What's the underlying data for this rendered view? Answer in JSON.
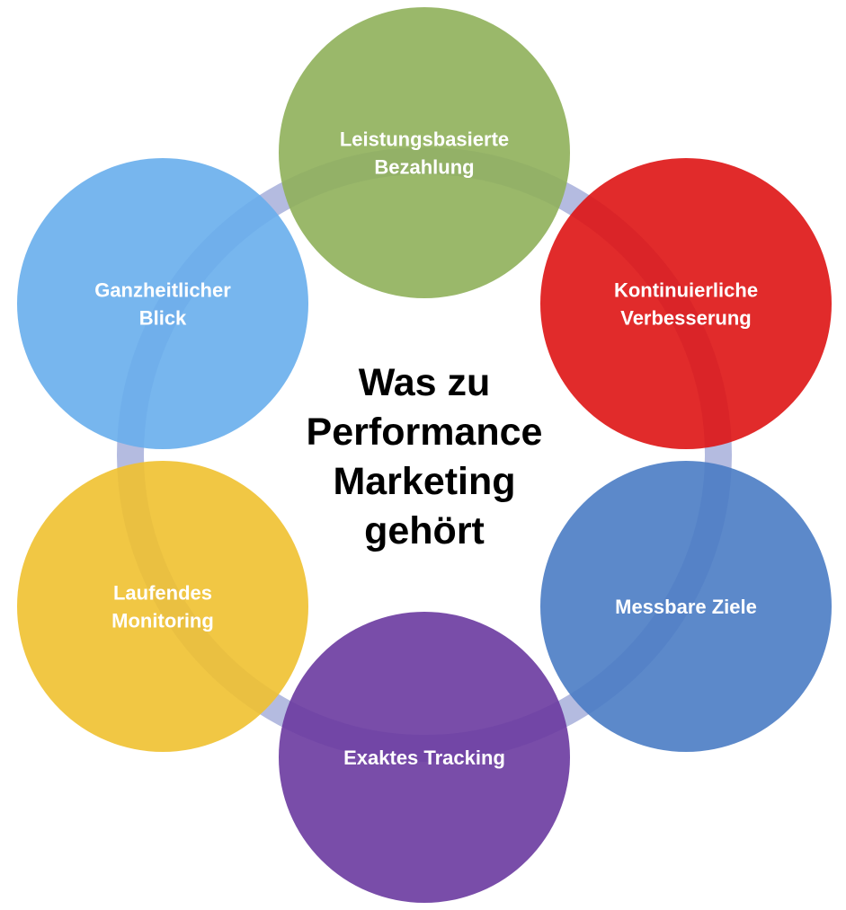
{
  "title": [
    "Was zu",
    "Performance",
    "Marketing",
    "gehört"
  ],
  "items": [
    {
      "lines": [
        "Leistungsbasierte",
        "Bezahlung"
      ],
      "color": "#8fb05a"
    },
    {
      "lines": [
        "Kontinuierliche",
        "Verbesserung"
      ],
      "color": "#de1414"
    },
    {
      "lines": [
        "Messbare Ziele"
      ],
      "color": "#4a7cc4"
    },
    {
      "lines": [
        "Exaktes Tracking"
      ],
      "color": "#6a3aa0"
    },
    {
      "lines": [
        "Laufendes",
        "Monitoring"
      ],
      "color": "#f0c130"
    },
    {
      "lines": [
        "Ganzheitlicher",
        "Blick"
      ],
      "color": "#68aeec"
    }
  ],
  "ring_color": "#b4bbe0"
}
